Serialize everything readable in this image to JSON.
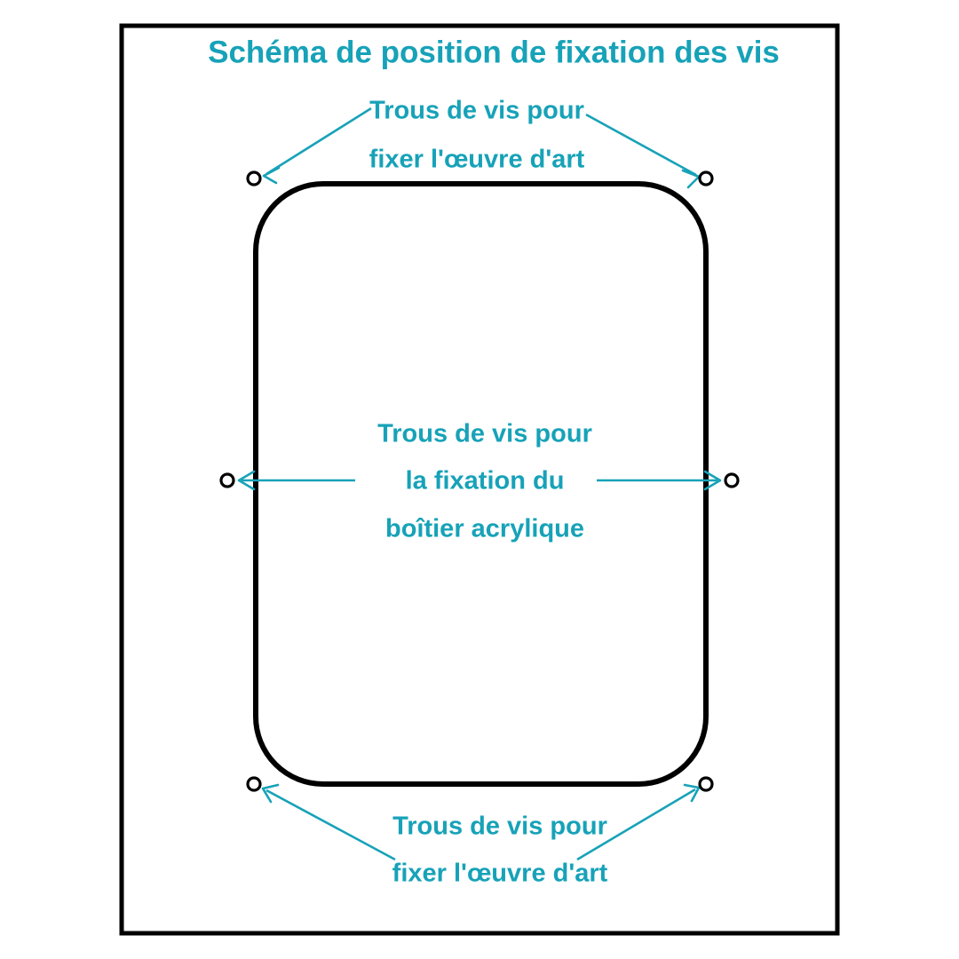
{
  "page": {
    "title": "Schéma de position de fixation des vis",
    "accent_color": "#17a2b8",
    "outline_color": "#000000",
    "background_color": "#ffffff"
  },
  "annotations": {
    "top": {
      "line1": "Trous de vis pour",
      "line2": "fixer l'œuvre d'art"
    },
    "middle": {
      "line1": "Trous de vis pour",
      "line2": "la fixation du",
      "line3": "boîtier acrylique"
    },
    "bottom": {
      "line1": "Trous de vis pour",
      "line2": "fixer l'œuvre d'art"
    }
  },
  "screw_holes": {
    "top_left": "screw-hole-top-left",
    "top_right": "screw-hole-top-right",
    "middle_left": "screw-hole-middle-left",
    "middle_right": "screw-hole-middle-right",
    "bottom_left": "screw-hole-bottom-left",
    "bottom_right": "screw-hole-bottom-right"
  },
  "shapes": {
    "outer_frame": "outer-frame",
    "acrylic_case": "acrylic-case-outline"
  }
}
